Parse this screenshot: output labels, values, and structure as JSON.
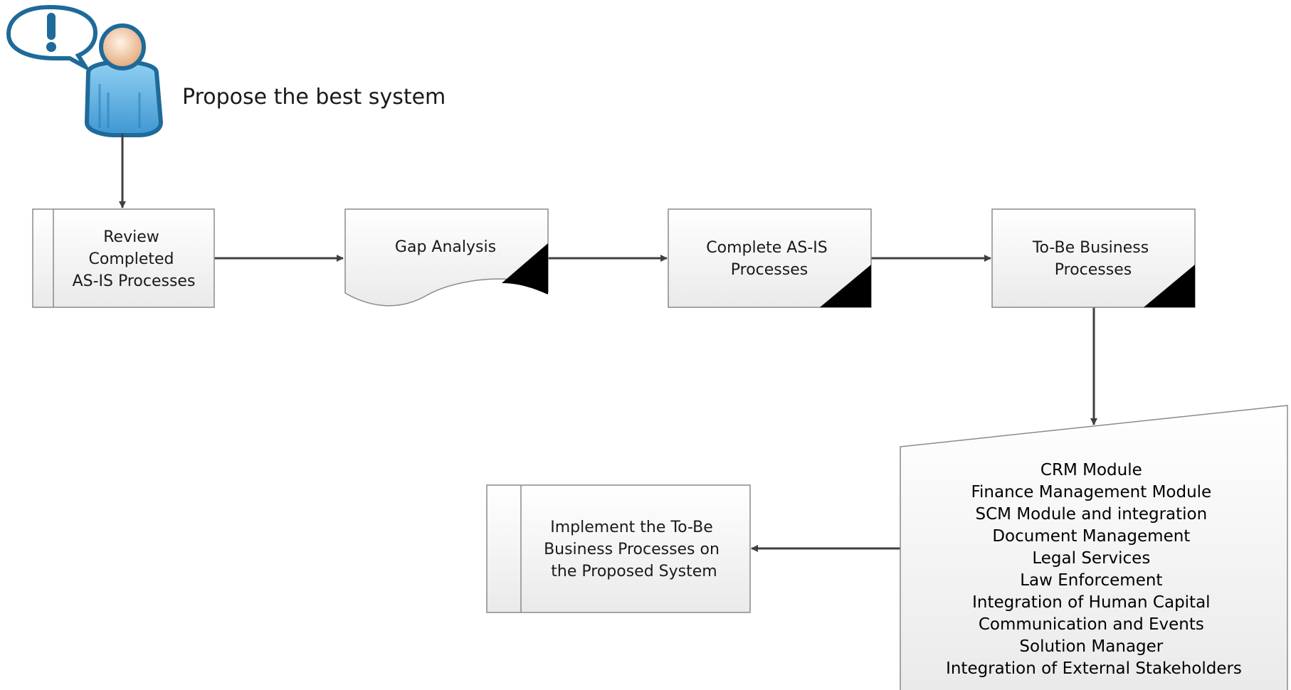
{
  "title": "Propose the best system",
  "steps": {
    "review": [
      "Review",
      "Completed",
      "AS-IS Processes"
    ],
    "gap": [
      "Gap Analysis"
    ],
    "complete": [
      "Complete AS-IS",
      "Processes"
    ],
    "tobe": [
      "To-Be Business",
      "Processes"
    ],
    "implement": [
      "Implement the To-Be",
      "Business Processes on",
      "the Proposed System"
    ]
  },
  "modules": [
    "CRM Module",
    "Finance Management Module",
    "SCM Module and integration",
    "Document Management",
    "Legal Services",
    "Law Enforcement",
    "Integration of Human Capital",
    "Communication and Events",
    "Solution Manager",
    "Integration of External Stakeholders"
  ],
  "colors": {
    "box_fill_top": "#ffffff",
    "box_fill_bottom": "#eaeaea",
    "connector": "#404040",
    "user_body": "#5aaee0",
    "user_outline": "#1e6a99",
    "user_head": "#e8b98f"
  },
  "icons": {
    "actor": "user-alert-icon"
  }
}
